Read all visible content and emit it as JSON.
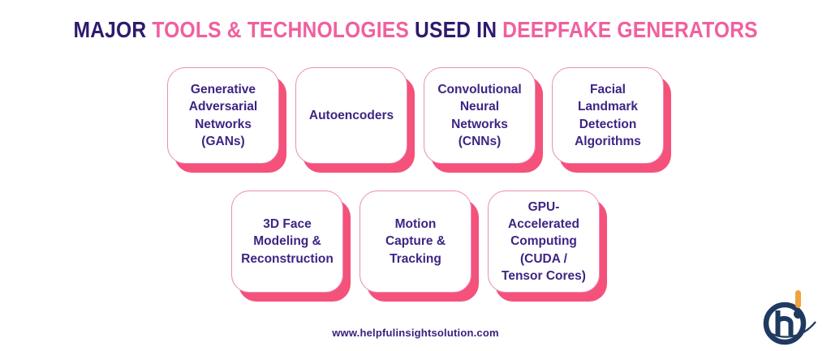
{
  "title": {
    "segments": [
      {
        "text": "MAJOR ",
        "color": "#2E1A6E"
      },
      {
        "text": "TOOLS & TECHNOLOGIES ",
        "color": "#F0609E"
      },
      {
        "text": "USED IN ",
        "color": "#2E1A6E"
      },
      {
        "text": "DEEPFAKE GENERATORS",
        "color": "#F0609E"
      }
    ]
  },
  "cards": {
    "row1": [
      {
        "label": "Generative\nAdversarial\nNetworks\n(GANs)"
      },
      {
        "label": "Autoencoders"
      },
      {
        "label": "Convolutional\nNeural\nNetworks\n(CNNs)"
      },
      {
        "label": "Facial\nLandmark\nDetection\nAlgorithms"
      }
    ],
    "row2": [
      {
        "label": "3D Face\nModeling &\nReconstruction"
      },
      {
        "label": "Motion\nCapture &\nTracking"
      },
      {
        "label": "GPU-\nAccelerated\nComputing\n(CUDA /\nTensor Cores)"
      }
    ]
  },
  "footer": {
    "url": "www.helpfulinsightsolution.com"
  },
  "logo": {
    "icon": "helpful-insight-hi-logo",
    "letters": "hi",
    "navy": "#1F3A60",
    "orange": "#F0A23F"
  },
  "colors": {
    "background": "#FFFFFF",
    "title_purple": "#2E1A6E",
    "title_pink": "#F0609E",
    "card_text_purple": "#3D2583",
    "card_border_pink": "#E98DB4",
    "card_shadow_pink": "#F4517B",
    "footer_text": "#3A2080"
  }
}
